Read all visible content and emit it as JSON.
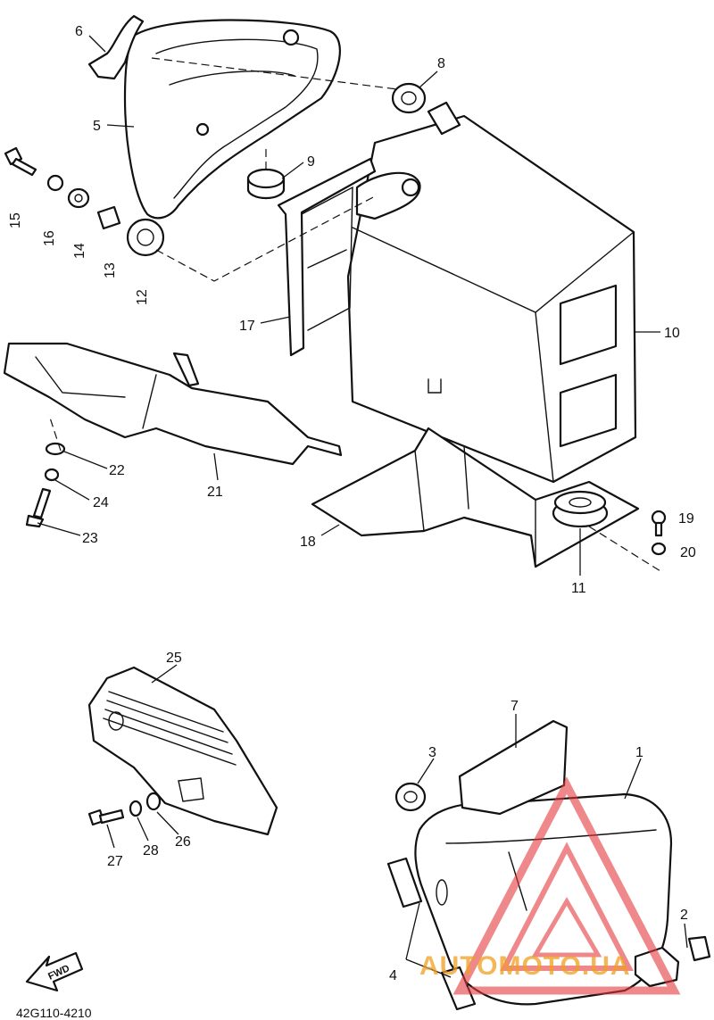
{
  "diagram": {
    "drawing_code": "42G110-4210",
    "fwd_label": "FWD",
    "watermark_text": "AUTOMOTO.UA",
    "callouts": {
      "c1": "1",
      "c2": "2",
      "c3": "3",
      "c4": "4",
      "c5": "5",
      "c6": "6",
      "c7": "7",
      "c8": "8",
      "c9": "9",
      "c10": "10",
      "c11": "11",
      "c12": "12",
      "c13": "13",
      "c14": "14",
      "c15": "15",
      "c16": "16",
      "c17": "17",
      "c18": "18",
      "c19": "19",
      "c20": "20",
      "c21": "21",
      "c22": "22",
      "c23": "23",
      "c24": "24",
      "c25": "25",
      "c26": "26",
      "c27": "27",
      "c28": "28"
    }
  }
}
